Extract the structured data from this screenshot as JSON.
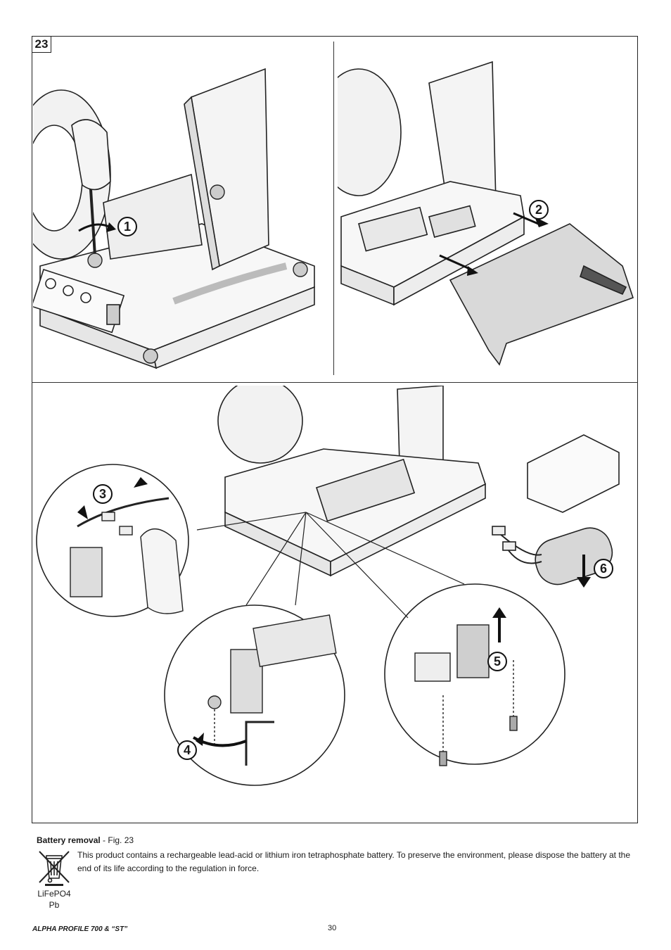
{
  "figure": {
    "number": "23",
    "steps": [
      "1",
      "2",
      "3",
      "4",
      "5",
      "6"
    ],
    "fixture_label": "ALPHA PROFILE 700 ST"
  },
  "caption": {
    "title": "Battery removal",
    "ref": " - Fig. 23",
    "body": "This product contains a rechargeable lead-acid or lithium iron tetraphosphate battery. To preserve the environment, please dispose the battery at the end of its life according to the regulation in force.",
    "chem_1": "LiFePO4",
    "chem_2": "Pb",
    "icon": "crossed-out-wheelie-bin-icon"
  },
  "footer": {
    "title": "ALPHA PROFILE 700 & “ST”",
    "page": "30"
  }
}
